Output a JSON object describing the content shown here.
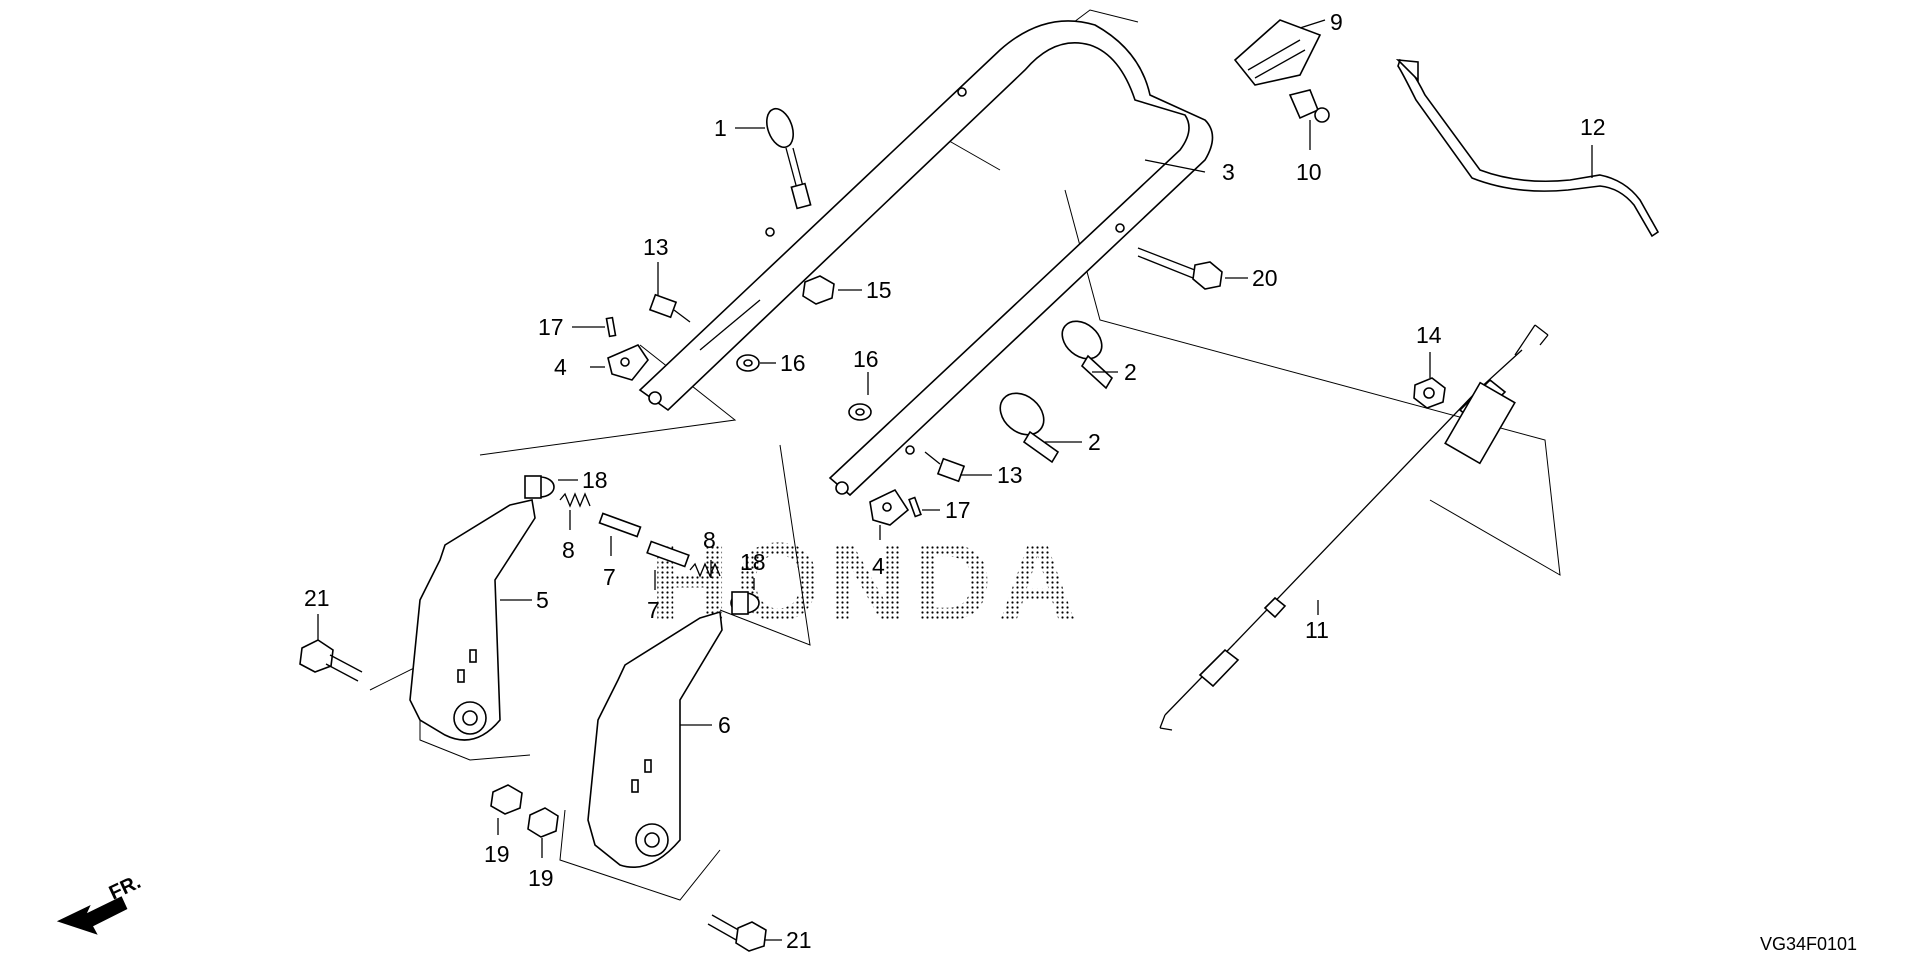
{
  "diagram": {
    "brand_watermark": "HONDA",
    "diagram_code": "VG34F0101",
    "front_indicator": "FR.",
    "callouts": {
      "c1": "1",
      "c2a": "2",
      "c2b": "2",
      "c3": "3",
      "c4a": "4",
      "c4b": "4",
      "c5": "5",
      "c6": "6",
      "c7a": "7",
      "c7b": "7",
      "c8a": "8",
      "c8b": "8",
      "c9": "9",
      "c10": "10",
      "c11": "11",
      "c12": "12",
      "c13a": "13",
      "c13b": "13",
      "c14": "14",
      "c15": "15",
      "c16a": "16",
      "c16b": "16",
      "c17a": "17",
      "c17b": "17",
      "c18a": "18",
      "c18b": "18",
      "c19a": "19",
      "c19b": "19",
      "c20": "20",
      "c21a": "21",
      "c21b": "21"
    }
  }
}
